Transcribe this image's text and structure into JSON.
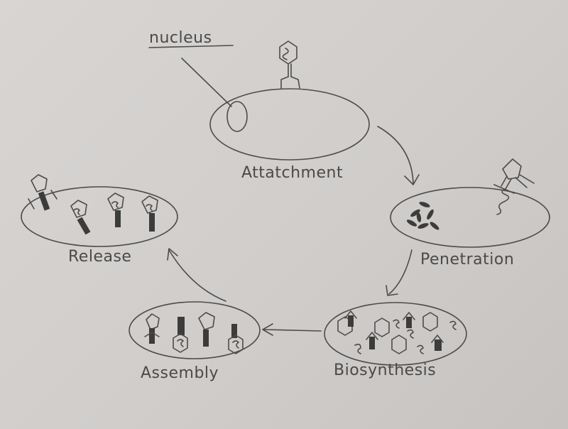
{
  "labels": {
    "nucleus": "nucleus",
    "attatchment": "Attatchment",
    "penetration": "Penetration",
    "biosynthesis": "Biosynthesis",
    "assembly": "Assembly",
    "release": "Release"
  }
}
